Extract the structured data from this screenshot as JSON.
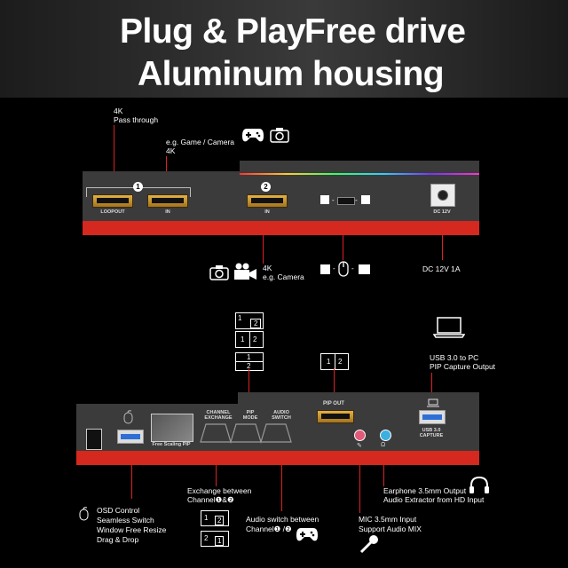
{
  "headline": {
    "line1_left": "Plug & Play",
    "line1_right": "Free drive",
    "line2": "Aluminum housing"
  },
  "top_device": {
    "callouts": {
      "passthrough_4k": "4K",
      "passthrough": "Pass through",
      "game_camera": "e.g. Game / Camera",
      "game_camera_4k": "4K",
      "camera_4k": "4K",
      "camera": "e.g. Camera",
      "power": "DC 12V  1A"
    },
    "ports": {
      "loopout": "LOOPOUT",
      "in1": "IN",
      "in2": "IN",
      "dc": "DC 12V",
      "num1": "1",
      "num2": "2"
    },
    "switch_separator": "-"
  },
  "bottom_device": {
    "labels": {
      "free_scaling": "Free Scaling PIP",
      "channel_exchange": "CHANNEL\nEXCHANGE",
      "pip_mode": "PIP\nMODE",
      "audio_switch": "AUDIO\nSWITCH",
      "pip_out": "PIP OUT",
      "usb_capture": "USB 3.0\nCAPTURE"
    },
    "callouts": {
      "usb_pc_1": "USB 3.0 to PC",
      "usb_pc_2": "PIP Capture Output",
      "exchange_1": "Exchange between",
      "exchange_2": "Channel❶&❷",
      "osd_1": "OSD Control",
      "osd_2": "Seamless Switch",
      "osd_3": "Window Free Resize",
      "osd_4": "Drag & Drop",
      "audio_1": "Audio switch between",
      "audio_2": "Channel❶ /❷",
      "mic_1": "MIC 3.5mm Input",
      "mic_2": "Support Audio MIX",
      "ear_1": "Earphone 3.5mm Output",
      "ear_2": "Audio Extractor from HD Input"
    },
    "pip_digits": {
      "one": "1",
      "two": "2"
    }
  },
  "colors": {
    "accent_red": "#d5281e",
    "panel_gray": "#3b3b3b",
    "gold": "#d4a03a",
    "usb_blue": "#2e6fd6"
  }
}
